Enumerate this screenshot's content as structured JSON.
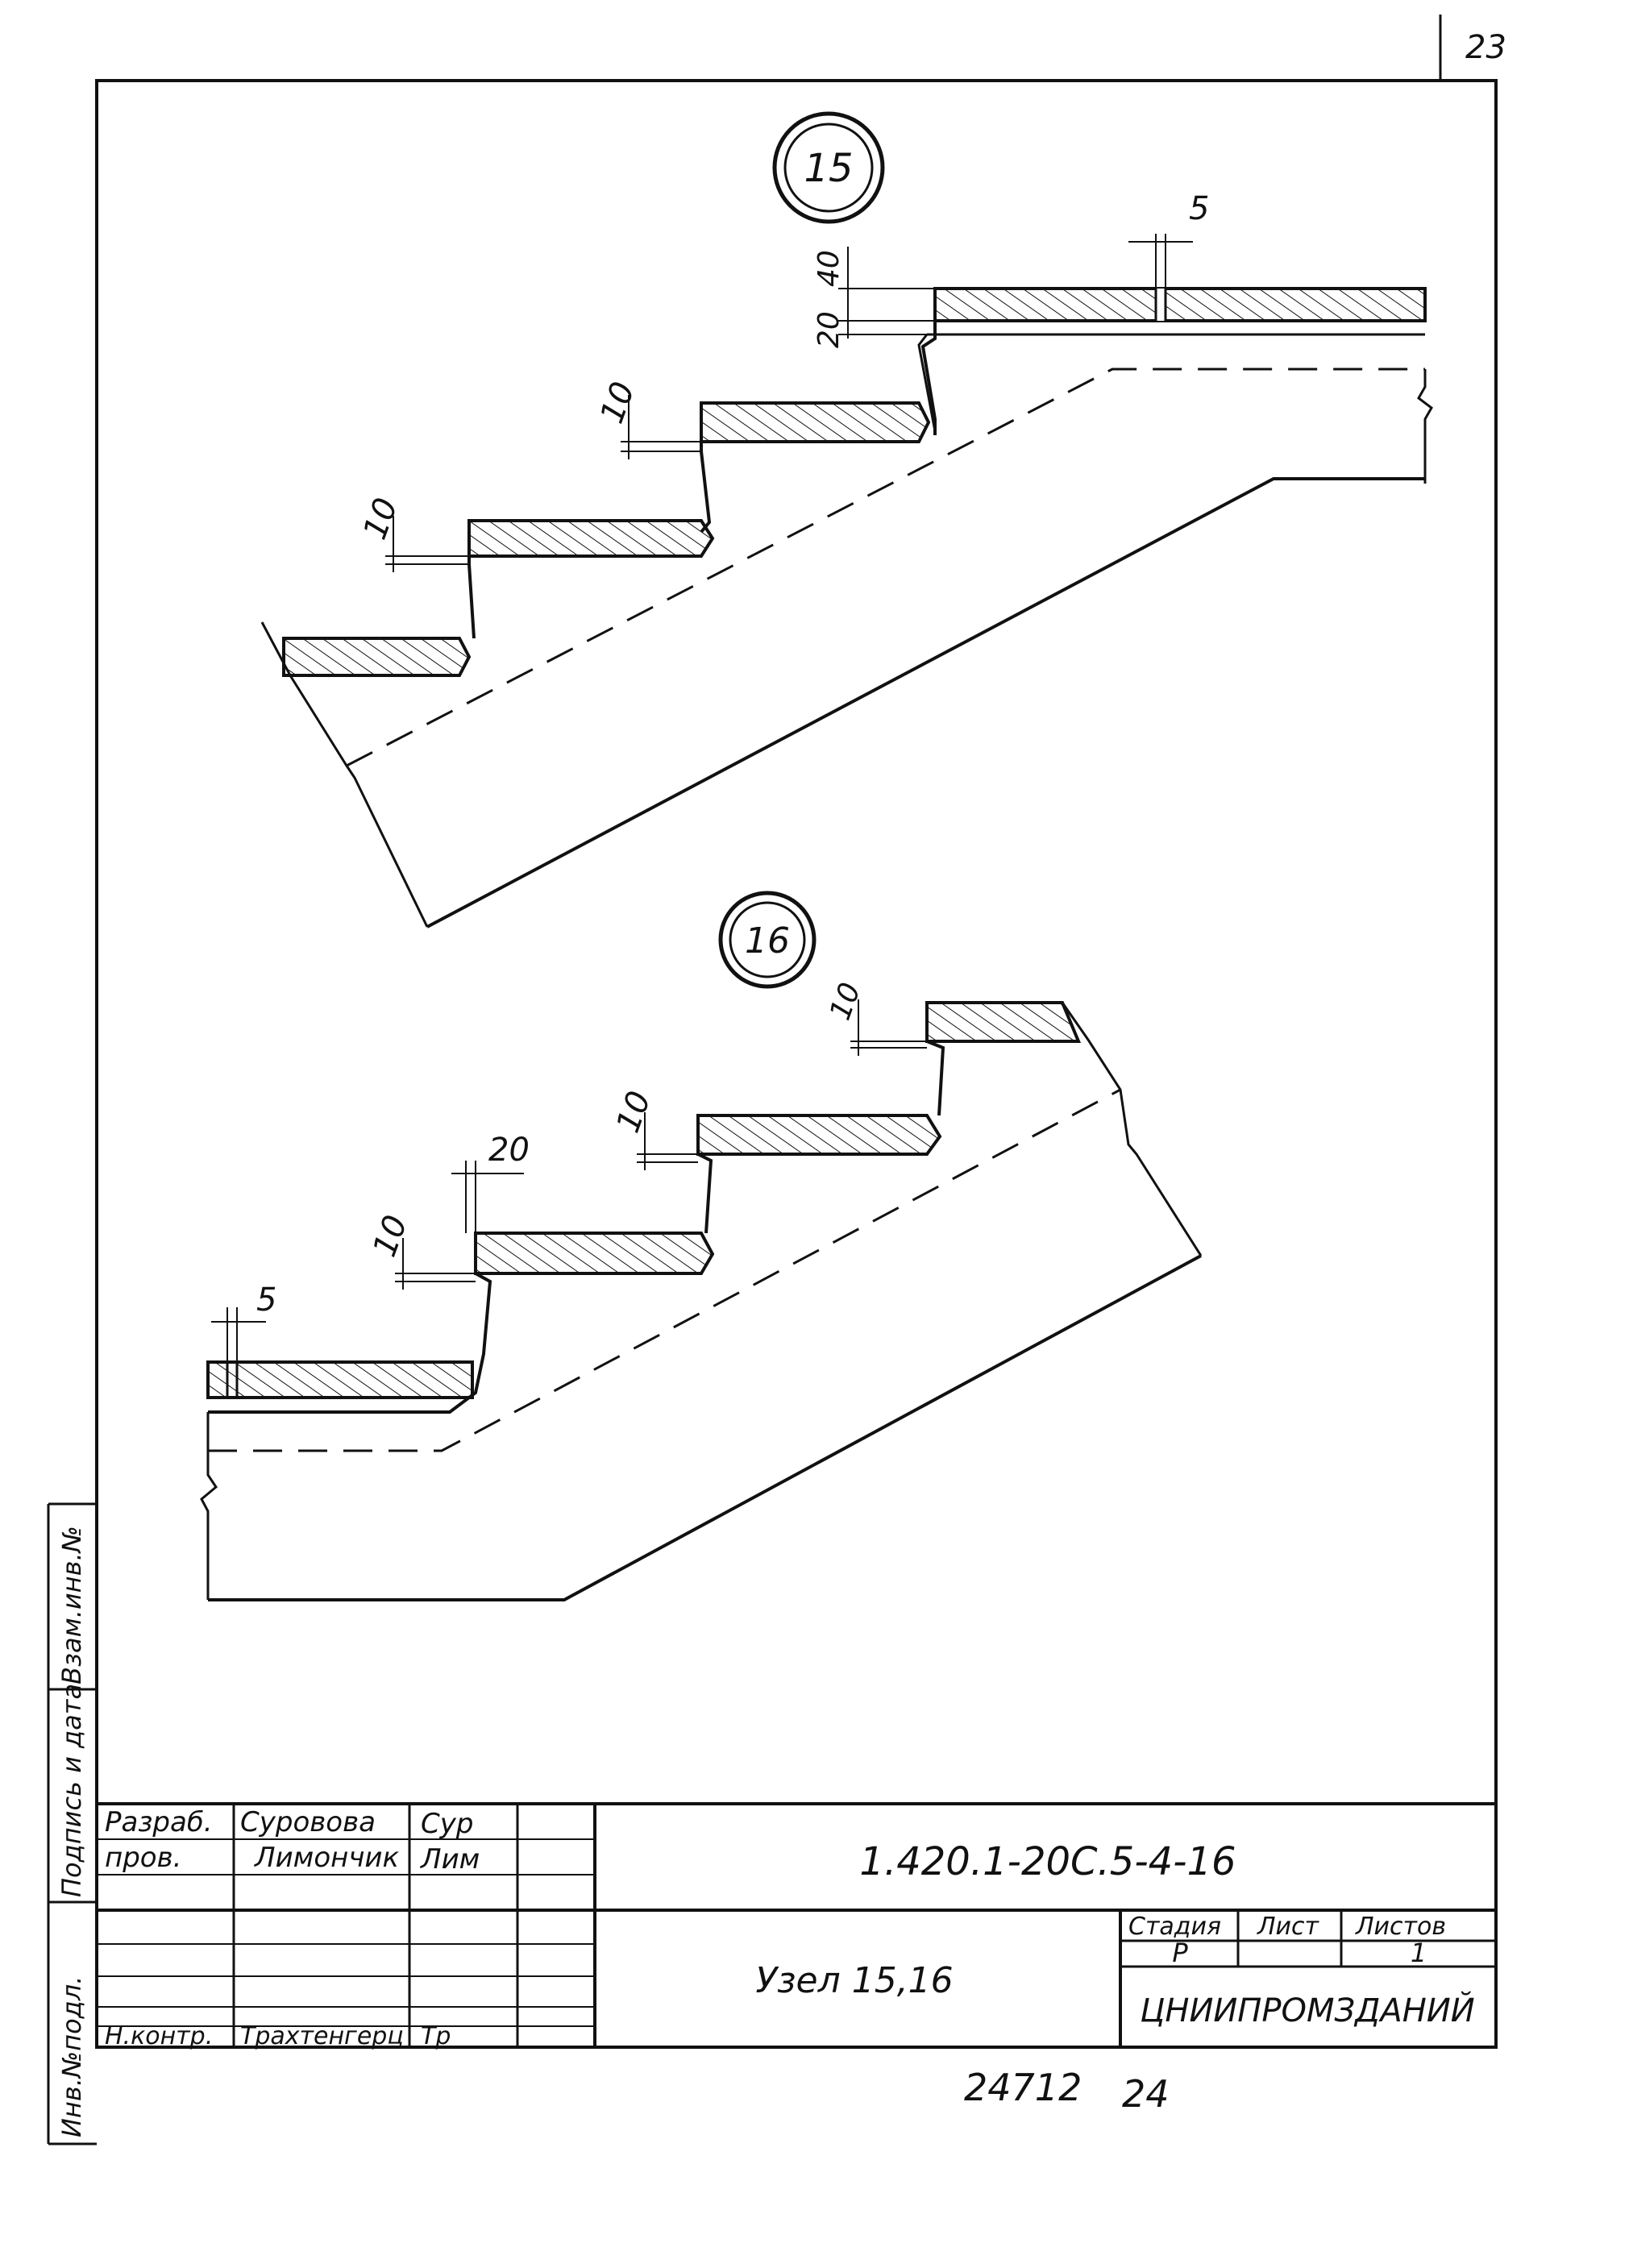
{
  "sheet_corner_number": "23",
  "details": [
    {
      "mark": "15",
      "dims": {
        "gap_top": "5",
        "top_40": "40",
        "top_20": "20",
        "step_a": "10",
        "step_b": "10"
      }
    },
    {
      "mark": "16",
      "dims": {
        "top_10": "10",
        "mid_10": "10",
        "nosing_20": "20",
        "low_10": "10",
        "gap_5": "5"
      }
    }
  ],
  "side_stamp": {
    "labels": [
      "Инв.№подл.",
      "Подпись и дата",
      "Взам.инв.№"
    ]
  },
  "title_block": {
    "rows": [
      {
        "role": "Разраб.",
        "name": "Суровова",
        "signature": "Сур"
      },
      {
        "role": "пров.",
        "name": "Лимончик",
        "signature": "Лим"
      },
      {
        "role": "",
        "name": "",
        "signature": ""
      },
      {
        "role": "",
        "name": "",
        "signature": ""
      },
      {
        "role": "",
        "name": "",
        "signature": ""
      },
      {
        "role": "",
        "name": "",
        "signature": ""
      },
      {
        "role": "Н.контр.",
        "name": "Трахтенгерц",
        "signature": "Тр"
      }
    ],
    "document_code": "1.420.1-20С.5-4-16",
    "drawing_title": "Узел 15,16",
    "stage_header": "Стадия",
    "sheet_header": "Лист",
    "sheets_header": "Листов",
    "stage_value": "Р",
    "sheet_value": "",
    "sheets_value": "1",
    "organization": "ЦНИИПРОМЗДАНИЙ"
  },
  "footer": {
    "archive_number": "24712",
    "page_number": "24"
  },
  "colors": {
    "ink": "#111111",
    "paper": "#ffffff"
  }
}
